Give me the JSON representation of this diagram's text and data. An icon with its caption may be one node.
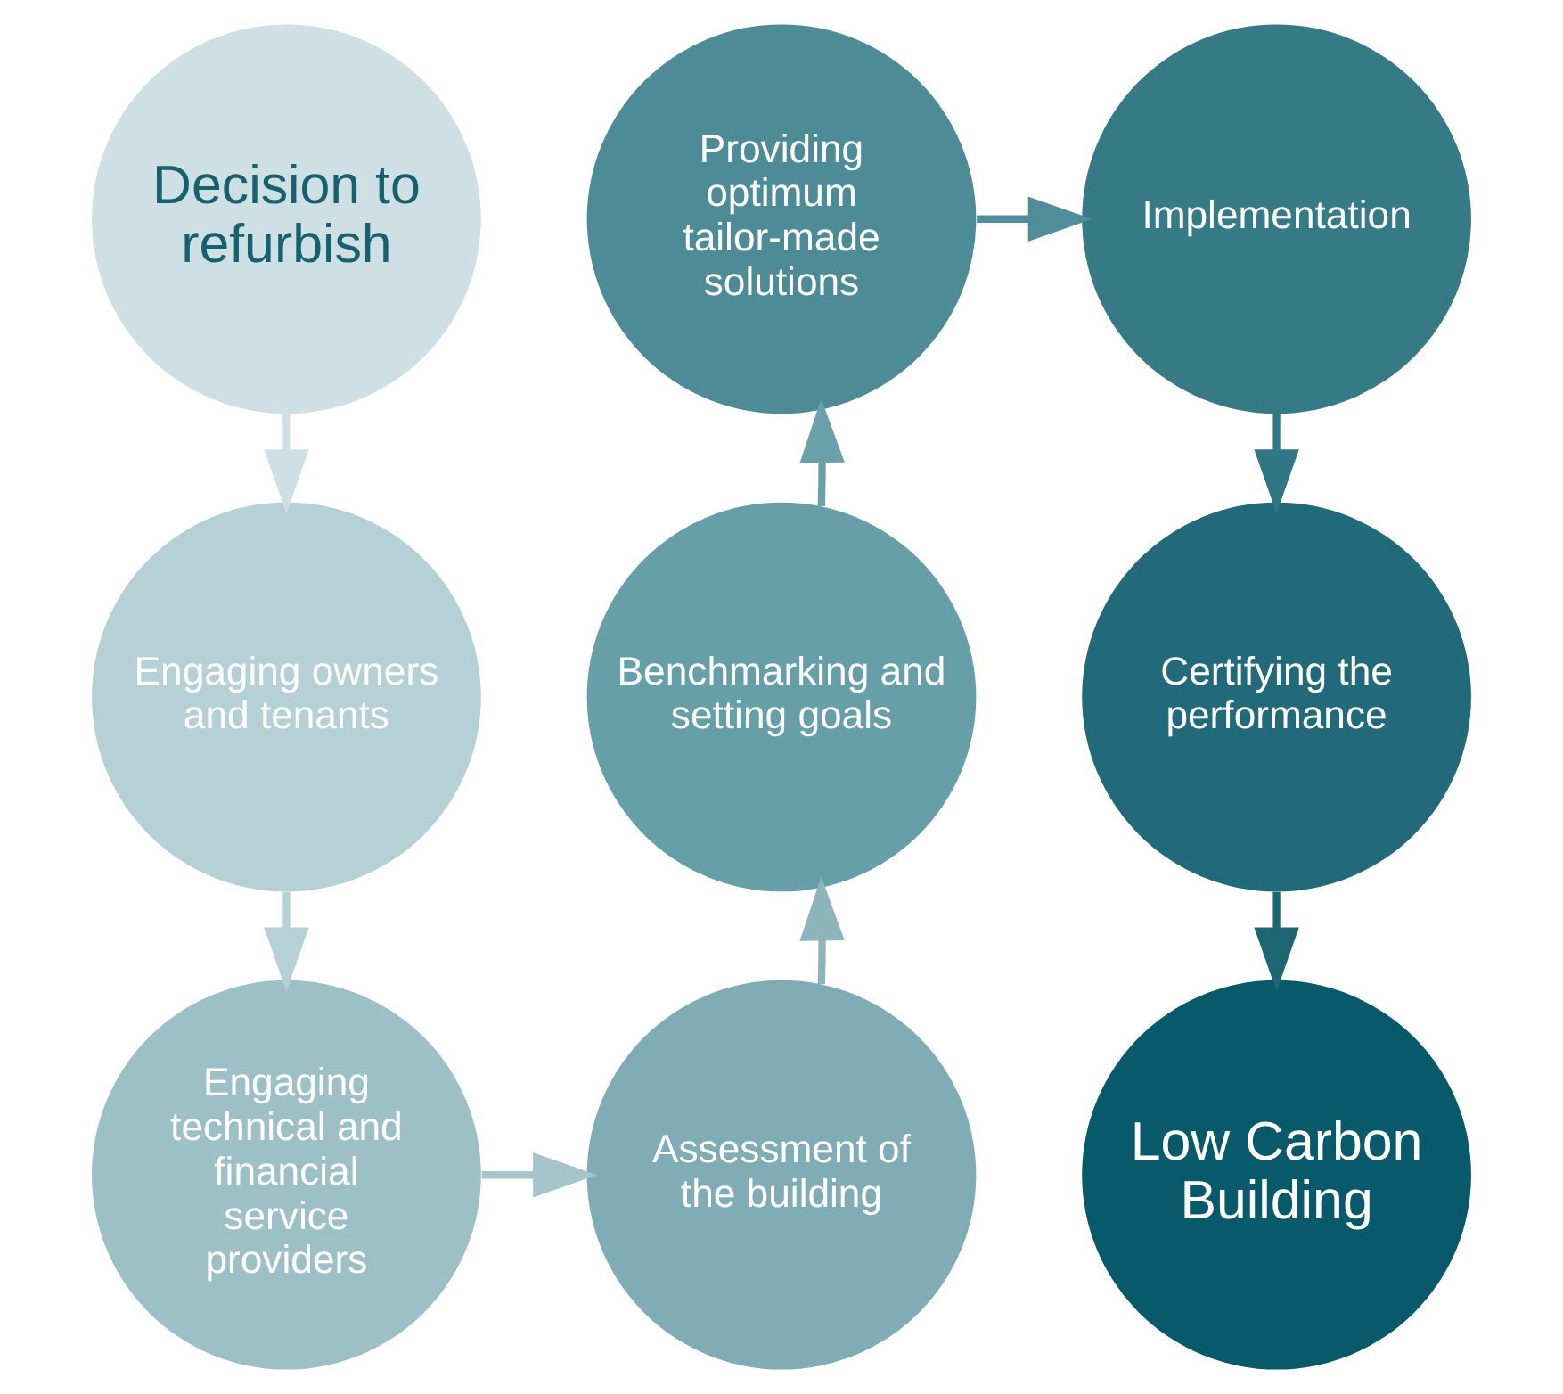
{
  "diagram": {
    "nodes": [
      {
        "text": [
          "Decision to refurbish"
        ]
      },
      {
        "text": [
          "Engaging owners and tenants"
        ]
      },
      {
        "text": [
          "Engaging technical and financial service providers"
        ]
      },
      {
        "text": [
          "Assessment of the building"
        ]
      },
      {
        "text": [
          "Benchmarking and setting goals"
        ]
      },
      {
        "text": [
          "Providing optimum tailor-made solutions"
        ]
      },
      {
        "text": [
          "Implementation"
        ]
      },
      {
        "text": [
          "Certifying the performance"
        ]
      },
      {
        "text": [
          "Low Carbon Building"
        ]
      }
    ],
    "edges": [
      {
        "from": 0,
        "to": 1,
        "arrow": "to",
        "color": "#cfe0e4"
      },
      {
        "from": 1,
        "to": 2,
        "arrow": "to",
        "color": "#b5d1d6"
      },
      {
        "from": 2,
        "to": 3,
        "arrow": "to",
        "color": "#a5c5cb"
      },
      {
        "from": 3,
        "to": 4,
        "arrow": "to",
        "color": "#8db4bb"
      },
      {
        "from": 4,
        "to": 5,
        "arrow": "to",
        "color": "#6aa0a9"
      },
      {
        "from": 5,
        "to": 6,
        "arrow": "to",
        "color": "#4f8d98"
      },
      {
        "from": 6,
        "to": 7,
        "arrow": "to",
        "color": "#2f7784"
      },
      {
        "from": 7,
        "to": 8,
        "arrow": "to",
        "color": "#1f6673"
      }
    ]
  }
}
